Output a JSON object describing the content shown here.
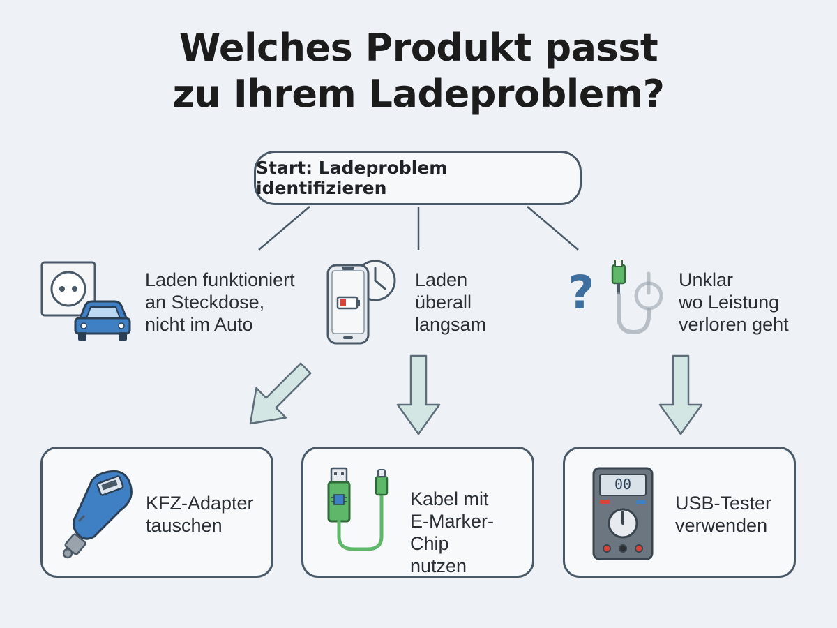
{
  "title": {
    "line1": "Welches Produkt passt",
    "line2": "zu Ihrem Ladeproblem?"
  },
  "start": {
    "label": "Start: Ladeproblem identifizieren"
  },
  "conditions": [
    {
      "icon": "socket-car-icon",
      "lines": [
        "Laden funktioniert",
        "an Steckdose,",
        "nicht im Auto"
      ]
    },
    {
      "icon": "phone-slow-charge-icon",
      "lines": [
        "Laden",
        "überall",
        "langsam"
      ]
    },
    {
      "icon": "question-power-cable-icon",
      "lines": [
        "Unklar",
        "wo Leistung",
        "verloren geht"
      ]
    }
  ],
  "results": [
    {
      "icon": "car-adapter-icon",
      "lines": [
        "KFZ-Adapter",
        "tauschen"
      ]
    },
    {
      "icon": "usb-cable-chip-icon",
      "lines": [
        "Kabel mit",
        "E-Marker-Chip",
        "nutzen"
      ]
    },
    {
      "icon": "usb-tester-icon",
      "lines": [
        "USB-Tester",
        "verwenden"
      ],
      "display": "00"
    }
  ],
  "colors": {
    "background": "#eef1f5",
    "border": "#4a5967",
    "arrow_fill": "#d3e6e3",
    "arrow_stroke": "#5d6e7a",
    "accent_blue": "#3f7fc4",
    "accent_green": "#5fb86a",
    "battery_red": "#d9443a"
  }
}
